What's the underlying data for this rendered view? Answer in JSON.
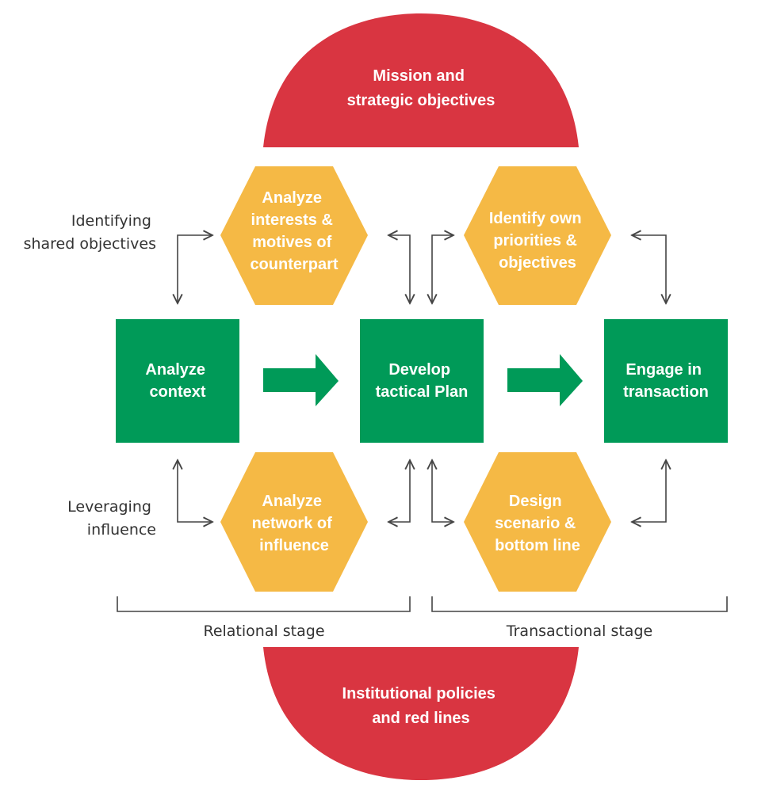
{
  "colors": {
    "red": "#d93541",
    "yellow": "#f5b945",
    "green": "#009a58",
    "line": "#444444",
    "label": "#333333"
  },
  "top_cap": {
    "lines": [
      "Mission and",
      "strategic objectives"
    ]
  },
  "bottom_cap": {
    "lines": [
      "Institutional policies",
      "and red lines"
    ]
  },
  "stages": [
    {
      "lines": [
        "Analyze",
        "context"
      ]
    },
    {
      "lines": [
        "Develop",
        "tactical Plan"
      ]
    },
    {
      "lines": [
        "Engage in",
        "transaction"
      ]
    }
  ],
  "hexagons": {
    "top_left": {
      "lines": [
        "Analyze",
        "interests &",
        "motives of",
        "counterpart"
      ]
    },
    "top_right": {
      "lines": [
        "Identify own",
        "priorities &",
        "objectives"
      ]
    },
    "bottom_left": {
      "lines": [
        "Analyze",
        "network of",
        "influence"
      ]
    },
    "bottom_right": {
      "lines": [
        "Design",
        "scenario &",
        "bottom line"
      ]
    }
  },
  "side_labels": {
    "top": [
      "Identifying",
      "shared objectives"
    ],
    "bottom": [
      "Leveraging",
      "influence"
    ]
  },
  "brackets": {
    "left": "Relational stage",
    "right": "Transactional stage"
  }
}
